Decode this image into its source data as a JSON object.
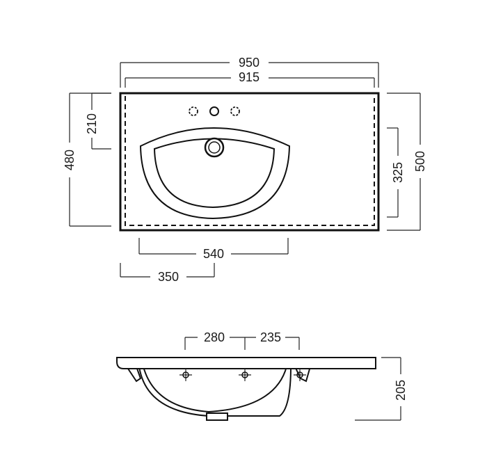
{
  "top_view": {
    "dims": {
      "overall_width": "950",
      "inner_width": "915",
      "left_depth": "480",
      "tap_offset": "210",
      "right_depth": "500",
      "bowl_depth": "325",
      "bowl_width": "540",
      "bowl_offset": "350"
    }
  },
  "side_view": {
    "dims": {
      "left_span": "280",
      "right_span": "235",
      "height": "205"
    }
  }
}
